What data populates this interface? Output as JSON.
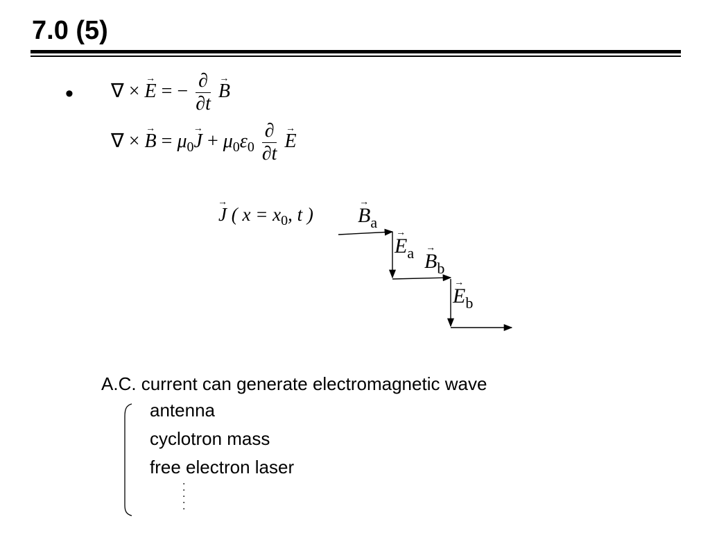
{
  "slide": {
    "title": "7.0 (5)",
    "bullet": "•",
    "eq1": {
      "curl": "∇ ×",
      "E": "E",
      "eq": "= −",
      "partial": "∂",
      "partial_t": "∂t",
      "B": "B"
    },
    "eq2": {
      "curl": "∇ ×",
      "B": "B",
      "eq": "=",
      "mu0_J": "μ",
      "zero": "0",
      "J": "J",
      "plus": "+",
      "mu": "μ",
      "eps": "ε",
      "partial": "∂",
      "partial_t": "∂t",
      "E": "E"
    },
    "source": {
      "J": "J",
      "args": "( x = x",
      "zero": "0",
      "tail": ", t )"
    },
    "chain": {
      "Ba": "B",
      "Ba_sub": "a",
      "Ea": "E",
      "Ea_sub": "a",
      "Bb": "B",
      "Bb_sub": "b",
      "Eb": "E",
      "Eb_sub": "b"
    },
    "statement": "A.C. current can generate electromagnetic wave",
    "applications": [
      "antenna",
      "cyclotron mass",
      "free electron laser"
    ],
    "ellipsis": "⋮"
  }
}
